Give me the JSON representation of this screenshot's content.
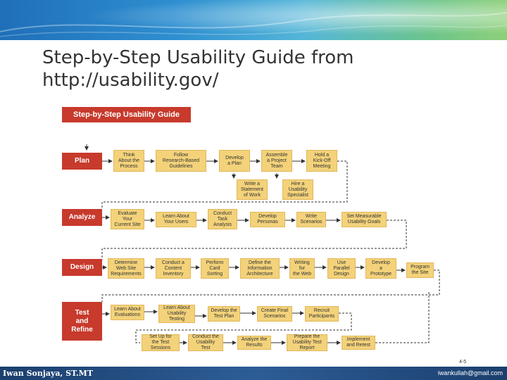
{
  "slide": {
    "title": "Step-by-Step Usability Guide from\nhttp://usability.gov/",
    "page_number": "4-5"
  },
  "footer": {
    "author": "Iwan Sonjaya, ST.MT",
    "email": "iwankullah@gmail.com"
  },
  "diagram": {
    "title": "Step-by-Step Usability Guide",
    "phases": {
      "plan": "Plan",
      "analyze": "Analyze",
      "design": "Design",
      "test": "Test\nand\nRefine"
    },
    "plan_steps": [
      "Think\nAbout the\nProcess",
      "Follow\nResearch-Based\nGuidelines",
      "Develop\na Plan",
      "Assemble\na Project\nTeam",
      "Hold a\nKick-Off\nMeeting",
      "Write a\nStatement\nof Work",
      "Hire a\nUsability\nSpecialist"
    ],
    "analyze_steps": [
      "Evaluate\nYour\nCurrent Site",
      "Learn About\nYour Users",
      "Conduct\nTask\nAnalysis",
      "Develop\nPersonas",
      "Write\nScenarios",
      "Set Measurable\nUsability Goals"
    ],
    "design_steps": [
      "Determine\nWeb Site\nRequirements",
      "Conduct a\nContent\nInventory",
      "Perform\nCard\nSorting",
      "Define the\nInformation\nArchitecture",
      "Writing\nfor\nthe Web",
      "Use\nParallel\nDesign",
      "Develop\na\nPrototype",
      "Program\nthe Site"
    ],
    "test_steps": [
      "Learn About\nEvaluations",
      "Learn About\nUsability\nTesting",
      "Develop the\nTest Plan",
      "Create Final\nScenarios",
      "Recruit\nParticipants",
      "Set Up for\nthe Test\nSessions",
      "Conduct the\nUsability\nTest",
      "Analyze the\nResults",
      "Prepare the\nUsability Test\nReport",
      "Implement\nand Retest"
    ]
  },
  "colors": {
    "phase": "#c73a2c",
    "step": "#f3d27a",
    "arrow": "#333333"
  }
}
